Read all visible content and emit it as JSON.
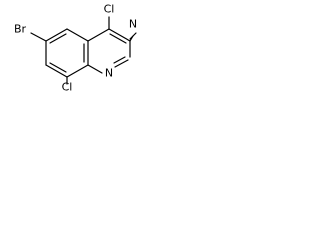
{
  "molecule": {
    "atoms": {
      "br": "Br",
      "cl_top": "Cl",
      "cl_bottom": "Cl",
      "n_ring": "N",
      "n_nitrile": "N"
    },
    "bond_color": "#000000",
    "label_color": "#000000"
  }
}
